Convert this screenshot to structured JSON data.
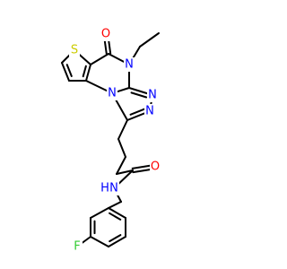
{
  "molecule": {
    "atoms": {
      "S": {
        "text": "S",
        "color": "#CCCC00"
      },
      "O_ring": {
        "text": "O",
        "color": "#FF0000"
      },
      "N_ethyl": {
        "text": "N",
        "color": "#0000FF"
      },
      "N_a": {
        "text": "N",
        "color": "#0000FF"
      },
      "N_b": {
        "text": "N",
        "color": "#0000FF"
      },
      "N_c": {
        "text": "N",
        "color": "#0000FF"
      },
      "O_amide": {
        "text": "O",
        "color": "#FF0000"
      },
      "NH": {
        "text": "N",
        "color": "#0000FF"
      },
      "H": {
        "text": "H",
        "color": "#0000FF"
      },
      "F": {
        "text": "F",
        "color": "#33CC33"
      }
    }
  }
}
